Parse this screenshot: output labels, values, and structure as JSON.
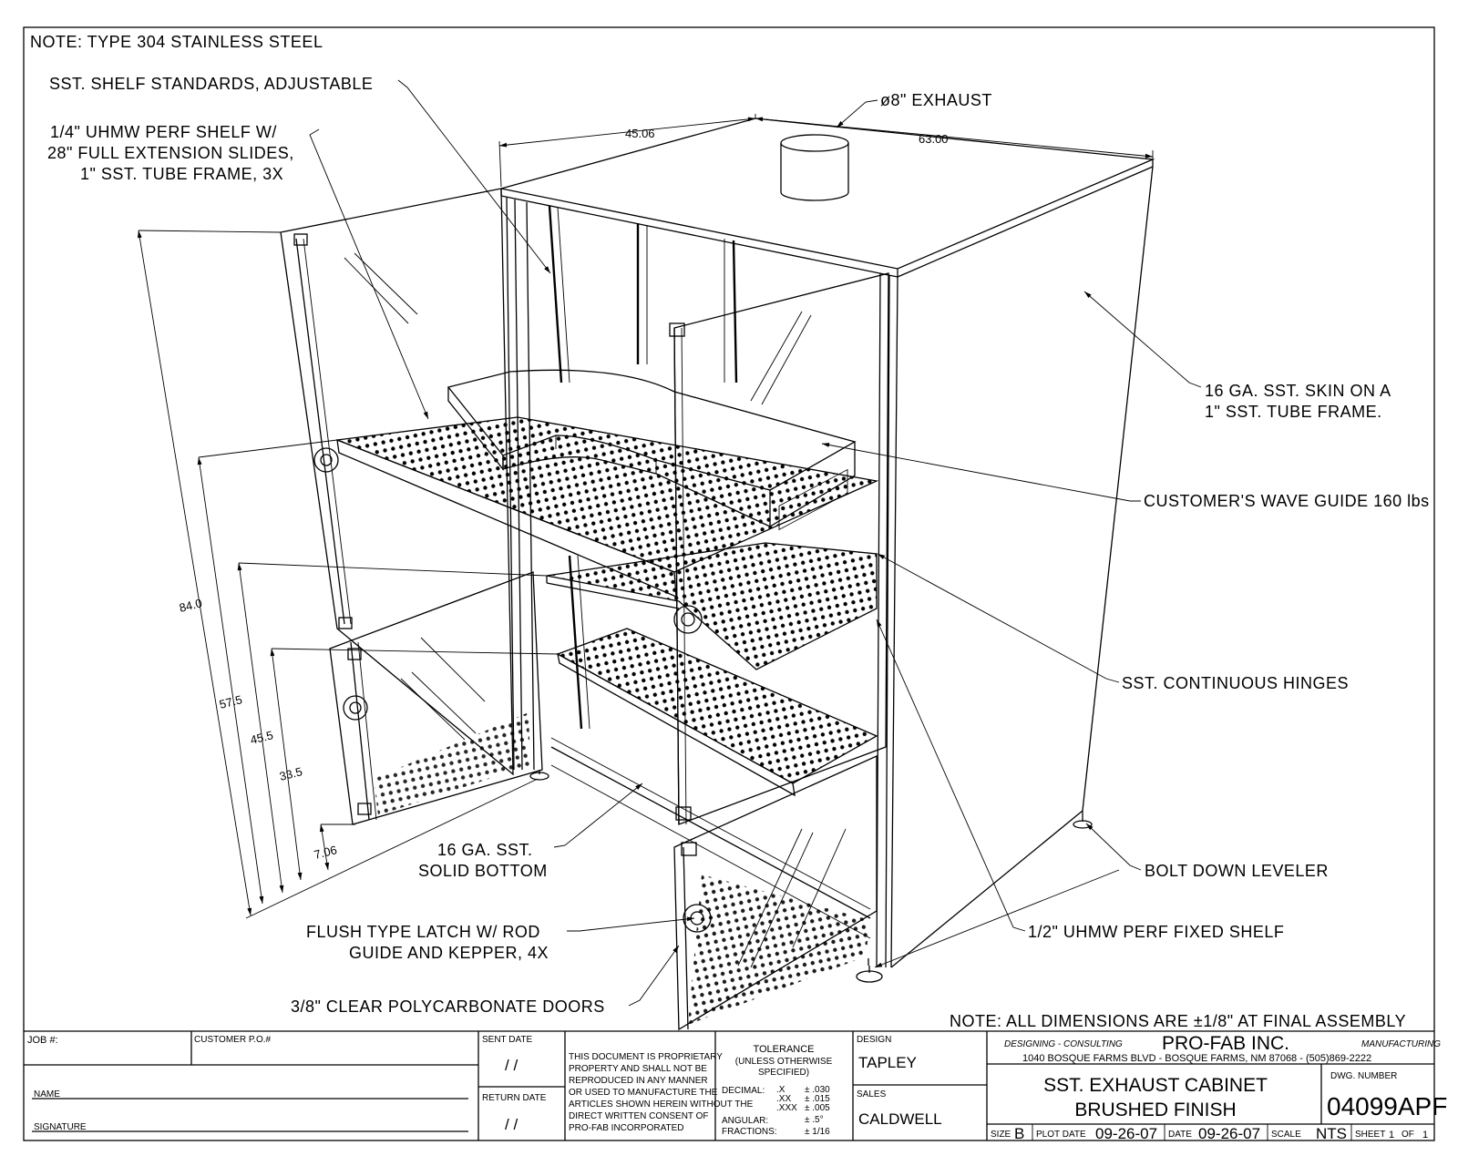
{
  "notes": {
    "material": "NOTE:  TYPE 304 STAINLESS STEEL",
    "dimensions": "NOTE:  ALL DIMENSIONS ARE ±1/8\" AT FINAL ASSEMBLY"
  },
  "callouts": {
    "shelf_standards": "SST. SHELF STANDARDS, ADJUSTABLE",
    "perf_shelf_1": "1/4\" UHMW PERF SHELF W/",
    "perf_shelf_2": "28\" FULL EXTENSION SLIDES,",
    "perf_shelf_3": "1\" SST. TUBE FRAME, 3X",
    "exhaust": "ø8\" EXHAUST",
    "skin_1": "16 GA. SST. SKIN ON A",
    "skin_2": "1\" SST. TUBE FRAME.",
    "wave_guide": "CUSTOMER'S WAVE GUIDE 160 lbs",
    "hinges": "SST. CONTINUOUS HINGES",
    "leveler": "BOLT DOWN LEVELER",
    "fixed_shelf": "1/2\" UHMW PERF FIXED SHELF",
    "bottom_1": "16 GA. SST.",
    "bottom_2": "SOLID BOTTOM",
    "latch_1": "FLUSH TYPE LATCH W/ ROD",
    "latch_2": "GUIDE AND KEPPER, 4X",
    "doors": "3/8\" CLEAR POLYCARBONATE DOORS"
  },
  "dimensions": {
    "width": "45.06",
    "depth": "63.00",
    "height": "84.0",
    "h1": "57.5",
    "h2": "45.5",
    "h3": "33.5",
    "h4": "7.06"
  },
  "title_block": {
    "job_label": "JOB #:",
    "customer_po_label": "CUSTOMER P.O.#",
    "name_label": "NAME",
    "signature_label": "SIGNATURE",
    "sent_date_label": "SENT DATE",
    "sent_date_value": "/  /",
    "return_date_label": "RETURN DATE",
    "return_date_value": "/  /",
    "proprietary": [
      "THIS DOCUMENT IS PROPRIETARY",
      "PROPERTY AND SHALL NOT BE",
      "REPRODUCED IN ANY MANNER",
      "OR USED TO MANUFACTURE THE",
      "ARTICLES SHOWN HEREIN WITHOUT THE",
      "DIRECT WRITTEN CONSENT OF",
      "PRO-FAB INCORPORATED"
    ],
    "tolerance_title": "TOLERANCE",
    "tolerance_sub1": "(UNLESS OTHERWISE",
    "tolerance_sub2": "SPECIFIED)",
    "decimal_label": "DECIMAL:",
    "tol_x": ".X",
    "tol_x_val": "± .030",
    "tol_xx": ".XX",
    "tol_xx_val": "± .015",
    "tol_xxx": ".XXX",
    "tol_xxx_val": "± .005",
    "angular_label": "ANGULAR:",
    "angular_val": "± .5°",
    "fractions_label": "FRACTIONS:",
    "fractions_val": "± 1/16",
    "design_label": "DESIGN",
    "design_value": "TAPLEY",
    "sales_label": "SALES",
    "sales_value": "CALDWELL",
    "company_left": "DESIGNING - CONSULTING",
    "company_name": "PRO-FAB INC.",
    "company_right": "MANUFACTURING",
    "company_address": "1040 BOSQUE FARMS BLVD - BOSQUE FARMS, NM 87068 - (505)869-2222",
    "title_1": "SST. EXHAUST CABINET",
    "title_2": "BRUSHED FINISH",
    "dwg_label": "DWG. NUMBER",
    "dwg_number": "04099APF",
    "size_label": "SIZE",
    "size_value": "B",
    "plot_date_label": "PLOT DATE",
    "plot_date_value": "09-26-07",
    "date_label": "DATE",
    "date_value": "09-26-07",
    "scale_label": "SCALE",
    "scale_value": "NTS",
    "sheet_label": "SHEET",
    "sheet_value": "1",
    "sheet_of": "OF",
    "sheet_total": "1"
  }
}
